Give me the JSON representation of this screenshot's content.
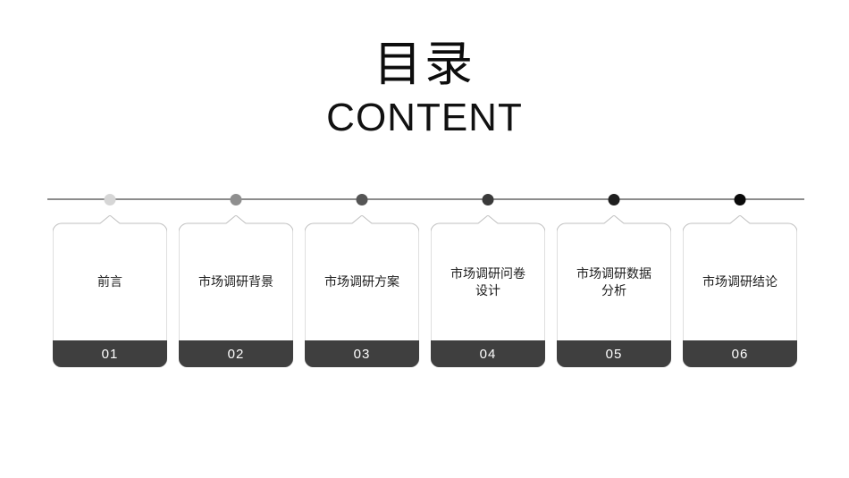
{
  "slide": {
    "title_cn": "目录",
    "title_en": "CONTENT",
    "background_color": "#ffffff",
    "footer_color": "#3f3f3f",
    "card_border_color": "#bfbfbf",
    "timeline_line_color": "#8c8c8c"
  },
  "timeline": {
    "dots": [
      {
        "name": "timeline-dot-1",
        "color": "#d6d6d6"
      },
      {
        "name": "timeline-dot-2",
        "color": "#8f8f8f"
      },
      {
        "name": "timeline-dot-3",
        "color": "#555555"
      },
      {
        "name": "timeline-dot-4",
        "color": "#3a3a3a"
      },
      {
        "name": "timeline-dot-5",
        "color": "#1f1f1f"
      },
      {
        "name": "timeline-dot-6",
        "color": "#0a0a0a"
      }
    ]
  },
  "items": [
    {
      "number": "01",
      "label": "前言"
    },
    {
      "number": "02",
      "label": "市场调研背景"
    },
    {
      "number": "03",
      "label": "市场调研方案"
    },
    {
      "number": "04",
      "label": "市场调研问卷\n设计"
    },
    {
      "number": "05",
      "label": "市场调研数据\n分析"
    },
    {
      "number": "06",
      "label": "市场调研结论"
    }
  ]
}
